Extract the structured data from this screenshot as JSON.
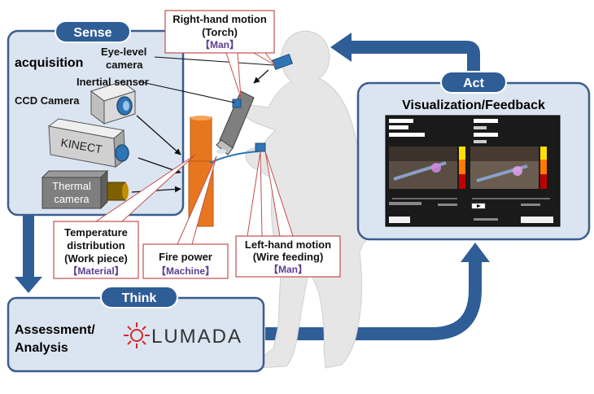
{
  "sense": {
    "title": "Sense",
    "acquisition": "acquisition",
    "eye_camera_line1": "Eye-level",
    "eye_camera_line2": "camera",
    "inertial_sensor": "Inertial sensor",
    "ccd_camera": "CCD Camera",
    "kinect_label": "KINECT",
    "thermal_line1": "Thermal",
    "thermal_line2": "camera"
  },
  "act": {
    "title": "Act",
    "heading": "Visualization/Feedback"
  },
  "think": {
    "title": "Think",
    "line1": "Assessment/",
    "line2": "Analysis",
    "brand": "LUMADA"
  },
  "callouts": {
    "right_hand_line1": "Right-hand motion",
    "right_hand_line2": "(Torch)",
    "right_hand_tag": "【Man】",
    "temperature_line1": "Temperature",
    "temperature_line2": "distribution",
    "temperature_line3": "(Work piece)",
    "temperature_tag": "【Material】",
    "fire_power": "Fire power",
    "fire_power_tag": "【Machine】",
    "left_hand_line1": "Left-hand motion",
    "left_hand_line2": "(Wire feeding)",
    "left_hand_tag": "【Man】"
  },
  "colors": {
    "panel_fill": "#dbe5f1",
    "panel_border": "#3b5d8f",
    "tag_fill": "#2f5d96",
    "arrow": "#2f5d96",
    "callout_border": "#c0504d",
    "workpiece": "#e8761e",
    "man_tag": "#5b3f8f"
  }
}
